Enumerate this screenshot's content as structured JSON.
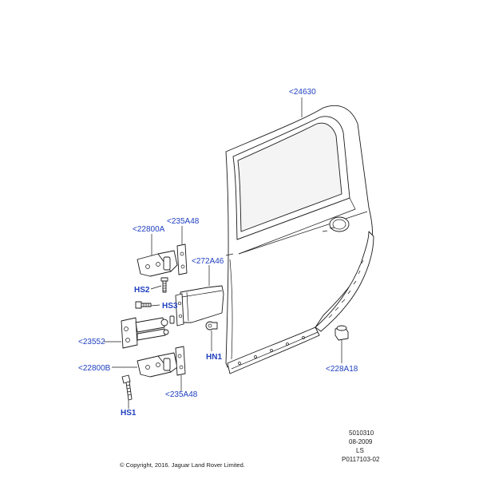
{
  "callouts": {
    "door_shell": "<24630",
    "hinge_upper": "<22800A",
    "shim_upper": "<235A48",
    "check_strap": "<272A46",
    "bolt_hs2": "HS2",
    "bolt_hs3": "HS3",
    "check_arm": "<23552",
    "hinge_lower": "<22800B",
    "shim_lower": "<235A48",
    "bolt_hs1": "HS1",
    "nut_hn1": "HN1",
    "bump_stop": "<228A18"
  },
  "meta": {
    "code": "5010310",
    "date": "08-2009",
    "region": "LS",
    "illustration": "P0117103-02"
  },
  "copyright": "© Copyright, 2016. Jaguar Land Rover Limited."
}
